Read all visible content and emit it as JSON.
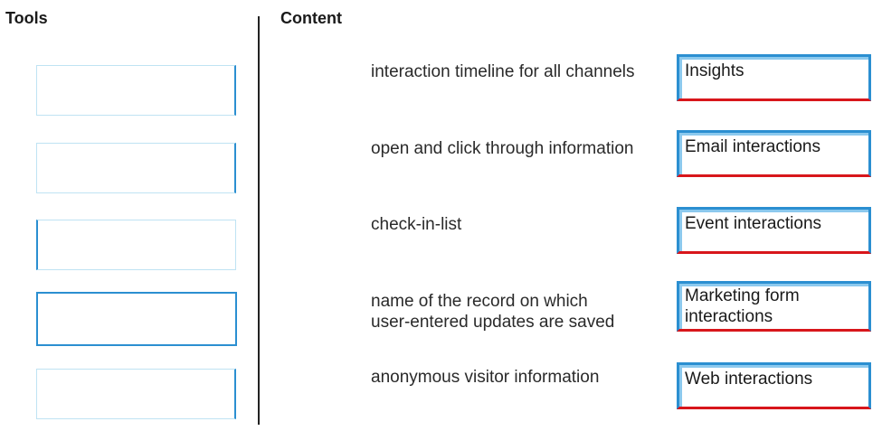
{
  "headings": {
    "tools": "Tools",
    "content": "Content"
  },
  "tools": {
    "slots": [
      "",
      "",
      "",
      "",
      ""
    ]
  },
  "content": {
    "rows": [
      {
        "description": "interaction timeline for all channels",
        "answer": "Insights"
      },
      {
        "description": "open and click through information",
        "answer": "Email interactions"
      },
      {
        "description": "check-in-list",
        "answer": "Event interactions"
      },
      {
        "description": "name of the record on which\nuser-entered updates are saved",
        "answer": "Marketing form\ninteractions"
      },
      {
        "description": "anonymous visitor information",
        "answer": "Web interactions"
      }
    ]
  },
  "colors": {
    "accent_blue": "#2b8fd1",
    "accent_red": "#d8161b",
    "slot_border": "#bfe3f3"
  }
}
